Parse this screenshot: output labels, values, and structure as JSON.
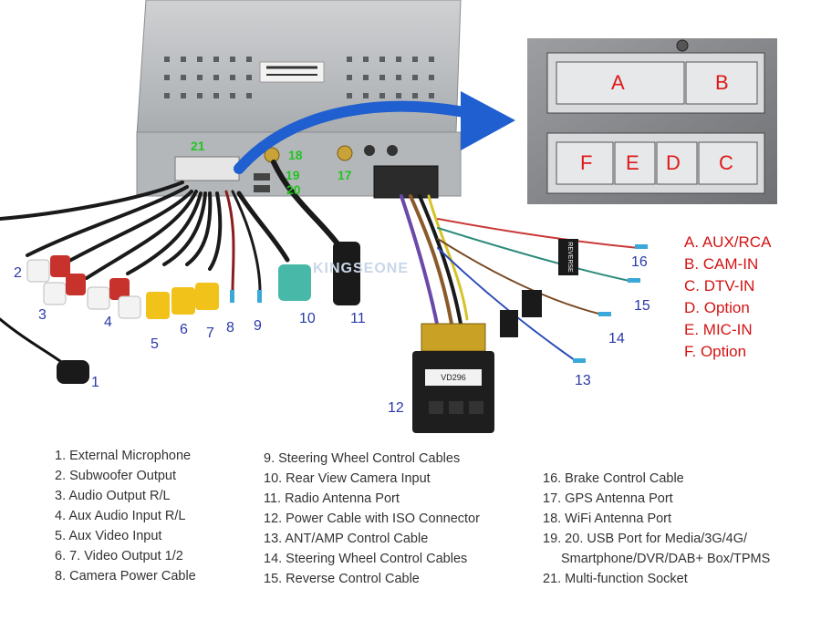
{
  "watermark": "KINGSEONE",
  "colors": {
    "callout_blue": "#2a3aa8",
    "usb_green": "#22c422",
    "connector_red": "#e01818",
    "arrow_blue": "#1f5fd0"
  },
  "callouts": {
    "n1": "1",
    "n2": "2",
    "n3": "3",
    "n4": "4",
    "n5": "5",
    "n6": "6",
    "n7": "7",
    "n8": "8",
    "n9": "9",
    "n10": "10",
    "n11": "11",
    "n12": "12",
    "n13": "13",
    "n14": "14",
    "n15": "15",
    "n16": "16",
    "n17": "17",
    "n18": "18",
    "n19": "19",
    "n20": "20",
    "n21": "21"
  },
  "connector_panel": {
    "A": "A",
    "B": "B",
    "C": "C",
    "D": "D",
    "E": "E",
    "F": "F"
  },
  "connector_legend": [
    "A. AUX/RCA",
    "B. CAM-IN",
    "C. DTV-IN",
    "D. Option",
    "E. MIC-IN",
    "F. Option"
  ],
  "tags": {
    "reverse": "REVERSE",
    "iso_label": "VD296"
  },
  "cable_list": {
    "col1": [
      "1. External Microphone",
      "2. Subwoofer Output",
      "3. Audio Output R/L",
      "4. Aux Audio Input R/L",
      "5. Aux Video Input",
      "6. 7. Video Output 1/2",
      "8. Camera Power Cable"
    ],
    "col2": [
      "9. Steering Wheel Control Cables",
      "10. Rear View Camera Input",
      "11. Radio Antenna Port",
      "12. Power Cable with ISO Connector",
      "13. ANT/AMP Control Cable",
      "14. Steering Wheel Control Cables",
      "15. Reverse Control Cable"
    ],
    "col3": [
      "16. Brake Control Cable",
      "17. GPS Antenna Port",
      "18. WiFi Antenna Port",
      "19. 20. USB Port for Media/3G/4G/",
      "Smartphone/DVR/DAB+ Box/TPMS",
      "21. Multi-function Socket"
    ]
  }
}
